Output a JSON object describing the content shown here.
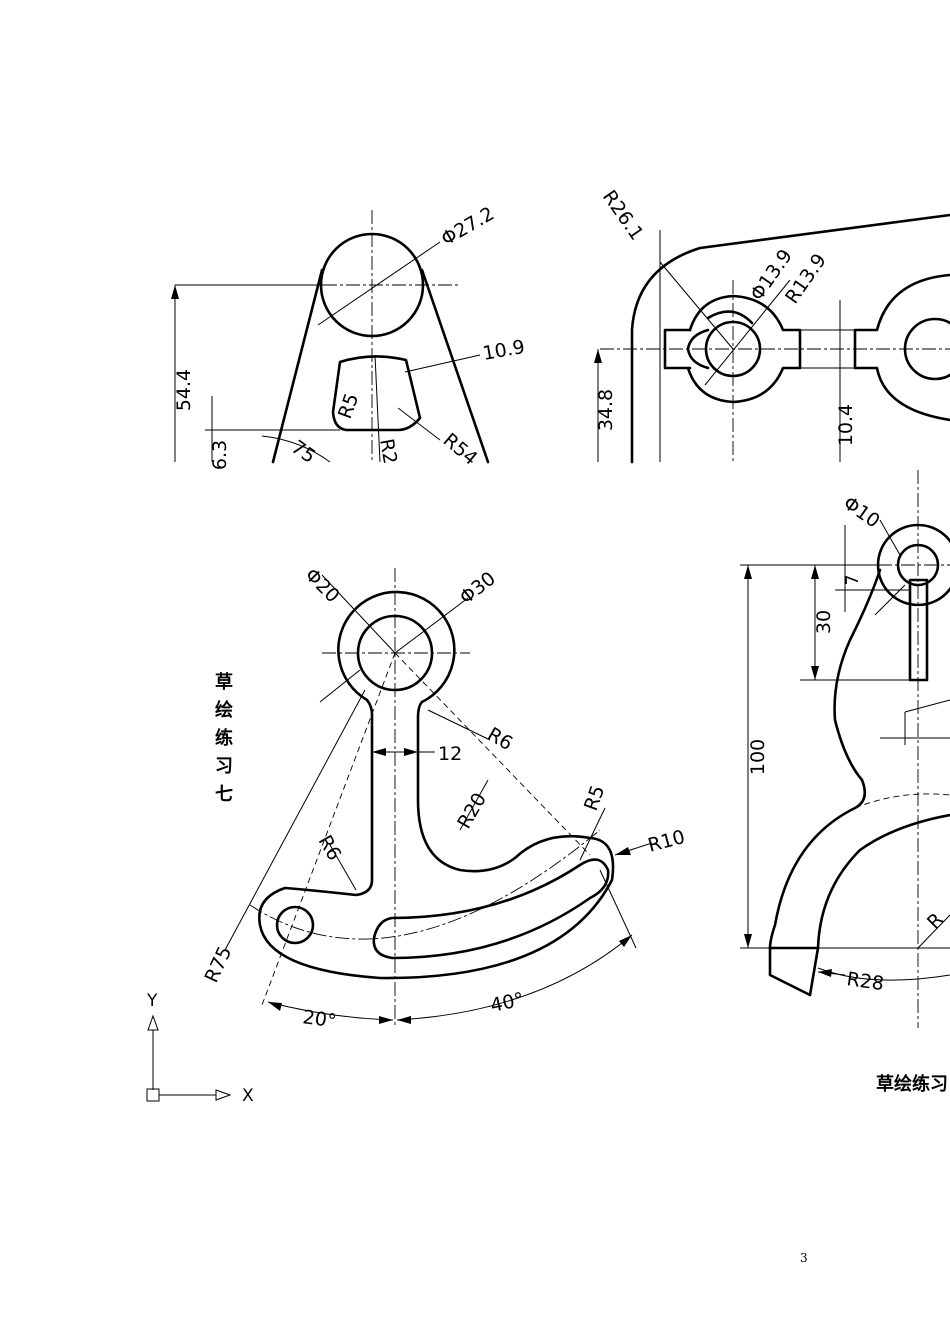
{
  "drawing_top_left": {
    "dims": {
      "dia": "Φ27.2",
      "width": "10.9",
      "height": "54.4",
      "r5": "R5",
      "r2": "R2",
      "r54": "R54",
      "r75": "75",
      "small": "6.3"
    }
  },
  "drawing_top_right": {
    "dims": {
      "r26": "R26.1",
      "dia": "Φ13.9",
      "rad": "R13.9",
      "height": "34.8",
      "gap": "10.4"
    }
  },
  "drawing_center": {
    "caption": [
      "草",
      "绘",
      "练",
      "习",
      "七"
    ],
    "dims": {
      "d20": "Φ20",
      "d30": "Φ30",
      "w12": "12",
      "r6a": "R6",
      "r20": "R20",
      "r5": "R5",
      "r10": "R10",
      "r6b": "R6",
      "r75": "R75",
      "a20": "20°",
      "a40": "40°"
    },
    "axes": {
      "x": "X",
      "y": "Y"
    }
  },
  "drawing_right": {
    "caption": "草绘练习",
    "dims": {
      "d10": "Φ10",
      "h7": "7",
      "h30": "30",
      "h100": "100",
      "r28": "R28",
      "r_partial": "R"
    }
  },
  "footer": {
    "page_number": "3"
  }
}
